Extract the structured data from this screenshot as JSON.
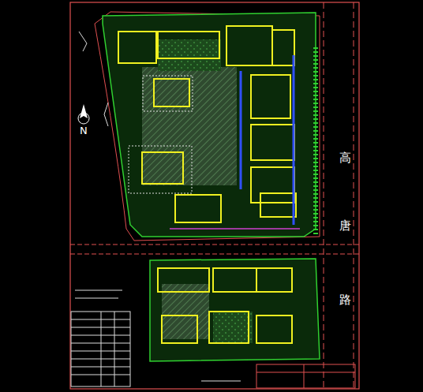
{
  "diagram": {
    "labels": [
      "N",
      "高",
      "唐",
      "路"
    ]
  }
}
